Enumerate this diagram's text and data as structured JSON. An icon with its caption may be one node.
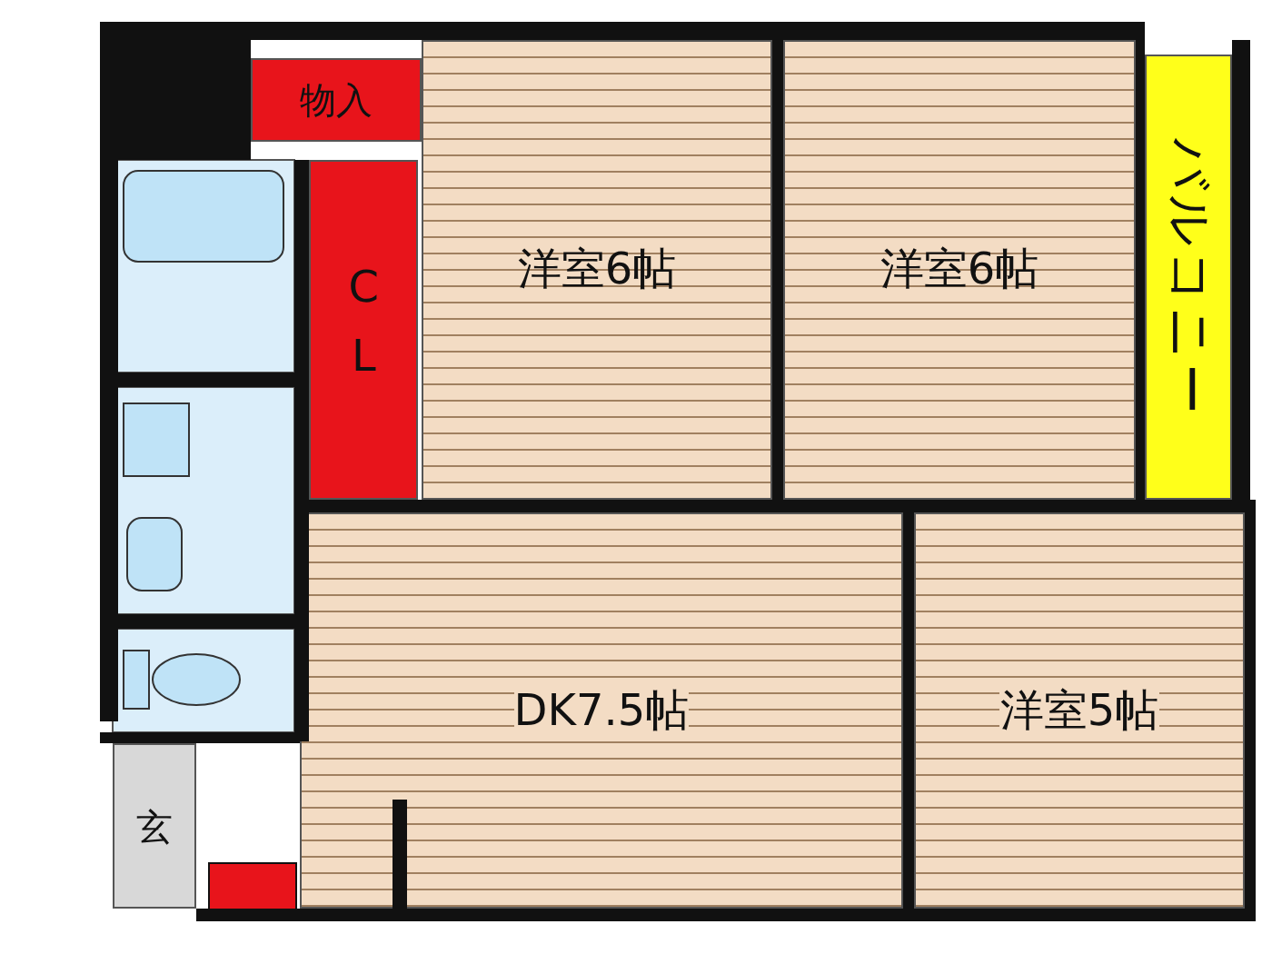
{
  "diagram": {
    "nodes": [
      {
        "text": [
          "物入"
        ]
      },
      {
        "text": [
          "CL"
        ]
      },
      {
        "text": [
          "洋室6帖"
        ]
      },
      {
        "text": [
          "洋室6帖"
        ]
      },
      {
        "text": [
          "バルコニー"
        ]
      },
      {
        "text": [
          "DK7.5帖"
        ]
      },
      {
        "text": [
          "洋室5帖"
        ]
      },
      {
        "text": [
          "玄"
        ]
      }
    ]
  }
}
